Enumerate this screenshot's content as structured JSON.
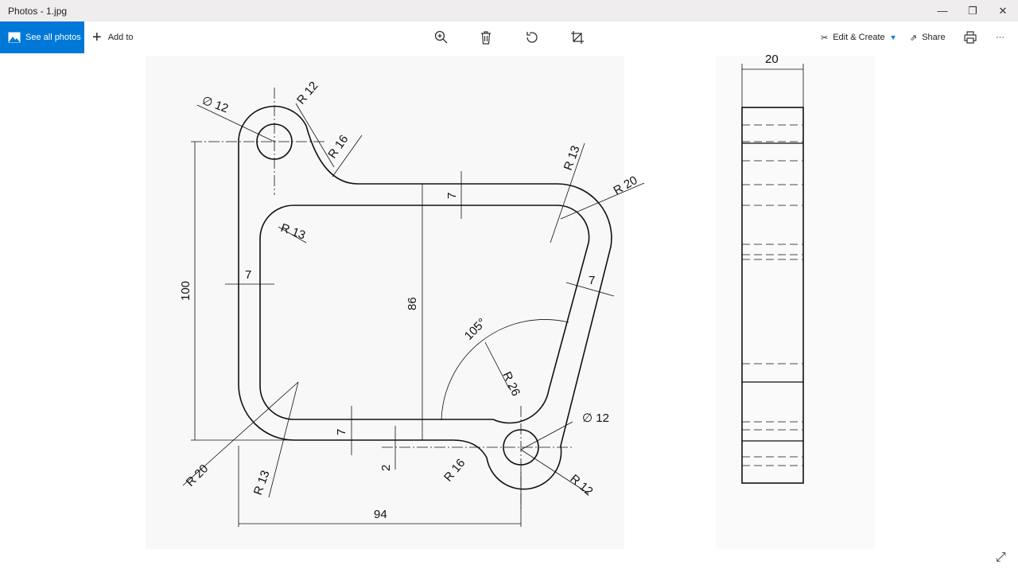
{
  "window": {
    "title": "Photos - 1.jpg",
    "minimize": "—",
    "restore": "❐",
    "close": "✕"
  },
  "toolbar": {
    "see_all": "See all photos",
    "add_to": "Add to",
    "edit_create": "Edit & Create",
    "share": "Share",
    "more": "···"
  },
  "drawing": {
    "dia_top": "∅ 12",
    "r12_top": "R 12",
    "r16_top": "R 16",
    "r13_tr": "R 13",
    "r20_tr": "R 20",
    "r13_inner": "R 13",
    "d7_left": "7",
    "d100": "100",
    "d86": "86",
    "d7_top": "7",
    "d7_right": "7",
    "angle": "105°",
    "r26": "R 26",
    "dia_bot": "∅ 12",
    "r12_bot": "R 12",
    "r16_bot": "R 16",
    "d2": "2",
    "d7_bot": "7",
    "r20_bl": "R 20",
    "r13_bl": "R 13",
    "d94": "94",
    "d20": "20"
  }
}
